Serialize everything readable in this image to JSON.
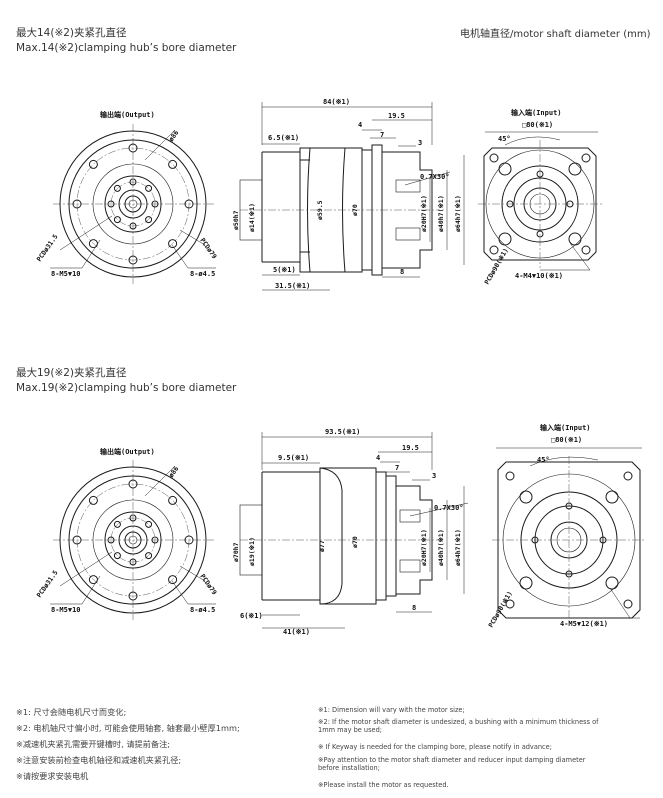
{
  "header": {
    "title1_cn": "最大14(※2)夹紧孔直径",
    "title1_en": "Max.14(※2)clamping hub’s bore diameter",
    "title2_cn": "最大19(※2)夹紧孔直径",
    "title2_en": "Max.19(※2)clamping hub’s bore diameter",
    "right_label": "电机轴直径/motor shaft diameter (mm)"
  },
  "drawing1": {
    "output_label": "输出端(Output)",
    "input_label": "输入端(Input)",
    "sq": "□80(※1)",
    "d86": "ø86",
    "pcd315": "PCDø31.5",
    "pcd79": "PCDø79",
    "m5": "8-M5▼10",
    "d45": "8-ø4.5",
    "angle": "45°",
    "m4": "4-M4▼10(※1)",
    "pcd_in": "PCDø90(※1)",
    "len84": "84(※1)",
    "len195": "19.5",
    "len4": "4",
    "len7": "7",
    "len3": "3",
    "len65": "6.5(※1)",
    "len5": "5(※1)",
    "len315": "31.5(※1)",
    "len8": "8",
    "chamfer": "0.7X30°",
    "d50": "ø50h7",
    "d14": "ø14(※1)",
    "d595": "ø59.5",
    "d70": "ø70",
    "d20": "ø20H7(※1)",
    "d40": "ø40h7(※1)",
    "d64": "ø64h7(※1)"
  },
  "drawing2": {
    "output_label": "输出端(Output)",
    "input_label": "输入端(Input)",
    "sq": "□80(※1)",
    "d86": "ø86",
    "pcd315": "PCDø31.5",
    "pcd79": "PCDø79",
    "m5": "8-M5▼10",
    "d45": "8-ø4.5",
    "angle": "45°",
    "m5in": "4-M5▼12(※1)",
    "pcd_in": "PCDø90(※1)",
    "len935": "93.5(※1)",
    "len195": "19.5",
    "len4": "4",
    "len7": "7",
    "len3": "3",
    "len95": "9.5(※1)",
    "len6": "6(※1)",
    "len41": "41(※1)",
    "len8": "8",
    "chamfer": "0.7X30°",
    "d70": "ø70h7",
    "d19": "ø19(※1)",
    "d77": "ø77",
    "d70b": "ø70",
    "d20": "ø20H7(※1)",
    "d40": "ø40h7(※1)",
    "d64": "ø64h7(※1)"
  },
  "notes_cn": [
    "※1: 尺寸会随电机尺寸而变化;",
    "※2: 电机轴尺寸偏小时, 可能会使用轴套, 轴套最小壁厚1mm;",
    "※减速机夹紧孔需要开键槽时, 请提前备注;",
    "※注意安装前检查电机轴径和减速机夹紧孔径;",
    "※请按要求安装电机"
  ],
  "notes_en": [
    "※1: Dimension will vary with the motor size;",
    "※2: If the motor shaft diameter is undesized, a bushing with a minimum thickness of 1mm may be used;",
    "※ If Keyway is needed for the clamping bore, please notify in advance;",
    "※Pay attention to the motor shaft diameter and reducer input damping diameter before installation;",
    "※Please install the motor as requested."
  ]
}
